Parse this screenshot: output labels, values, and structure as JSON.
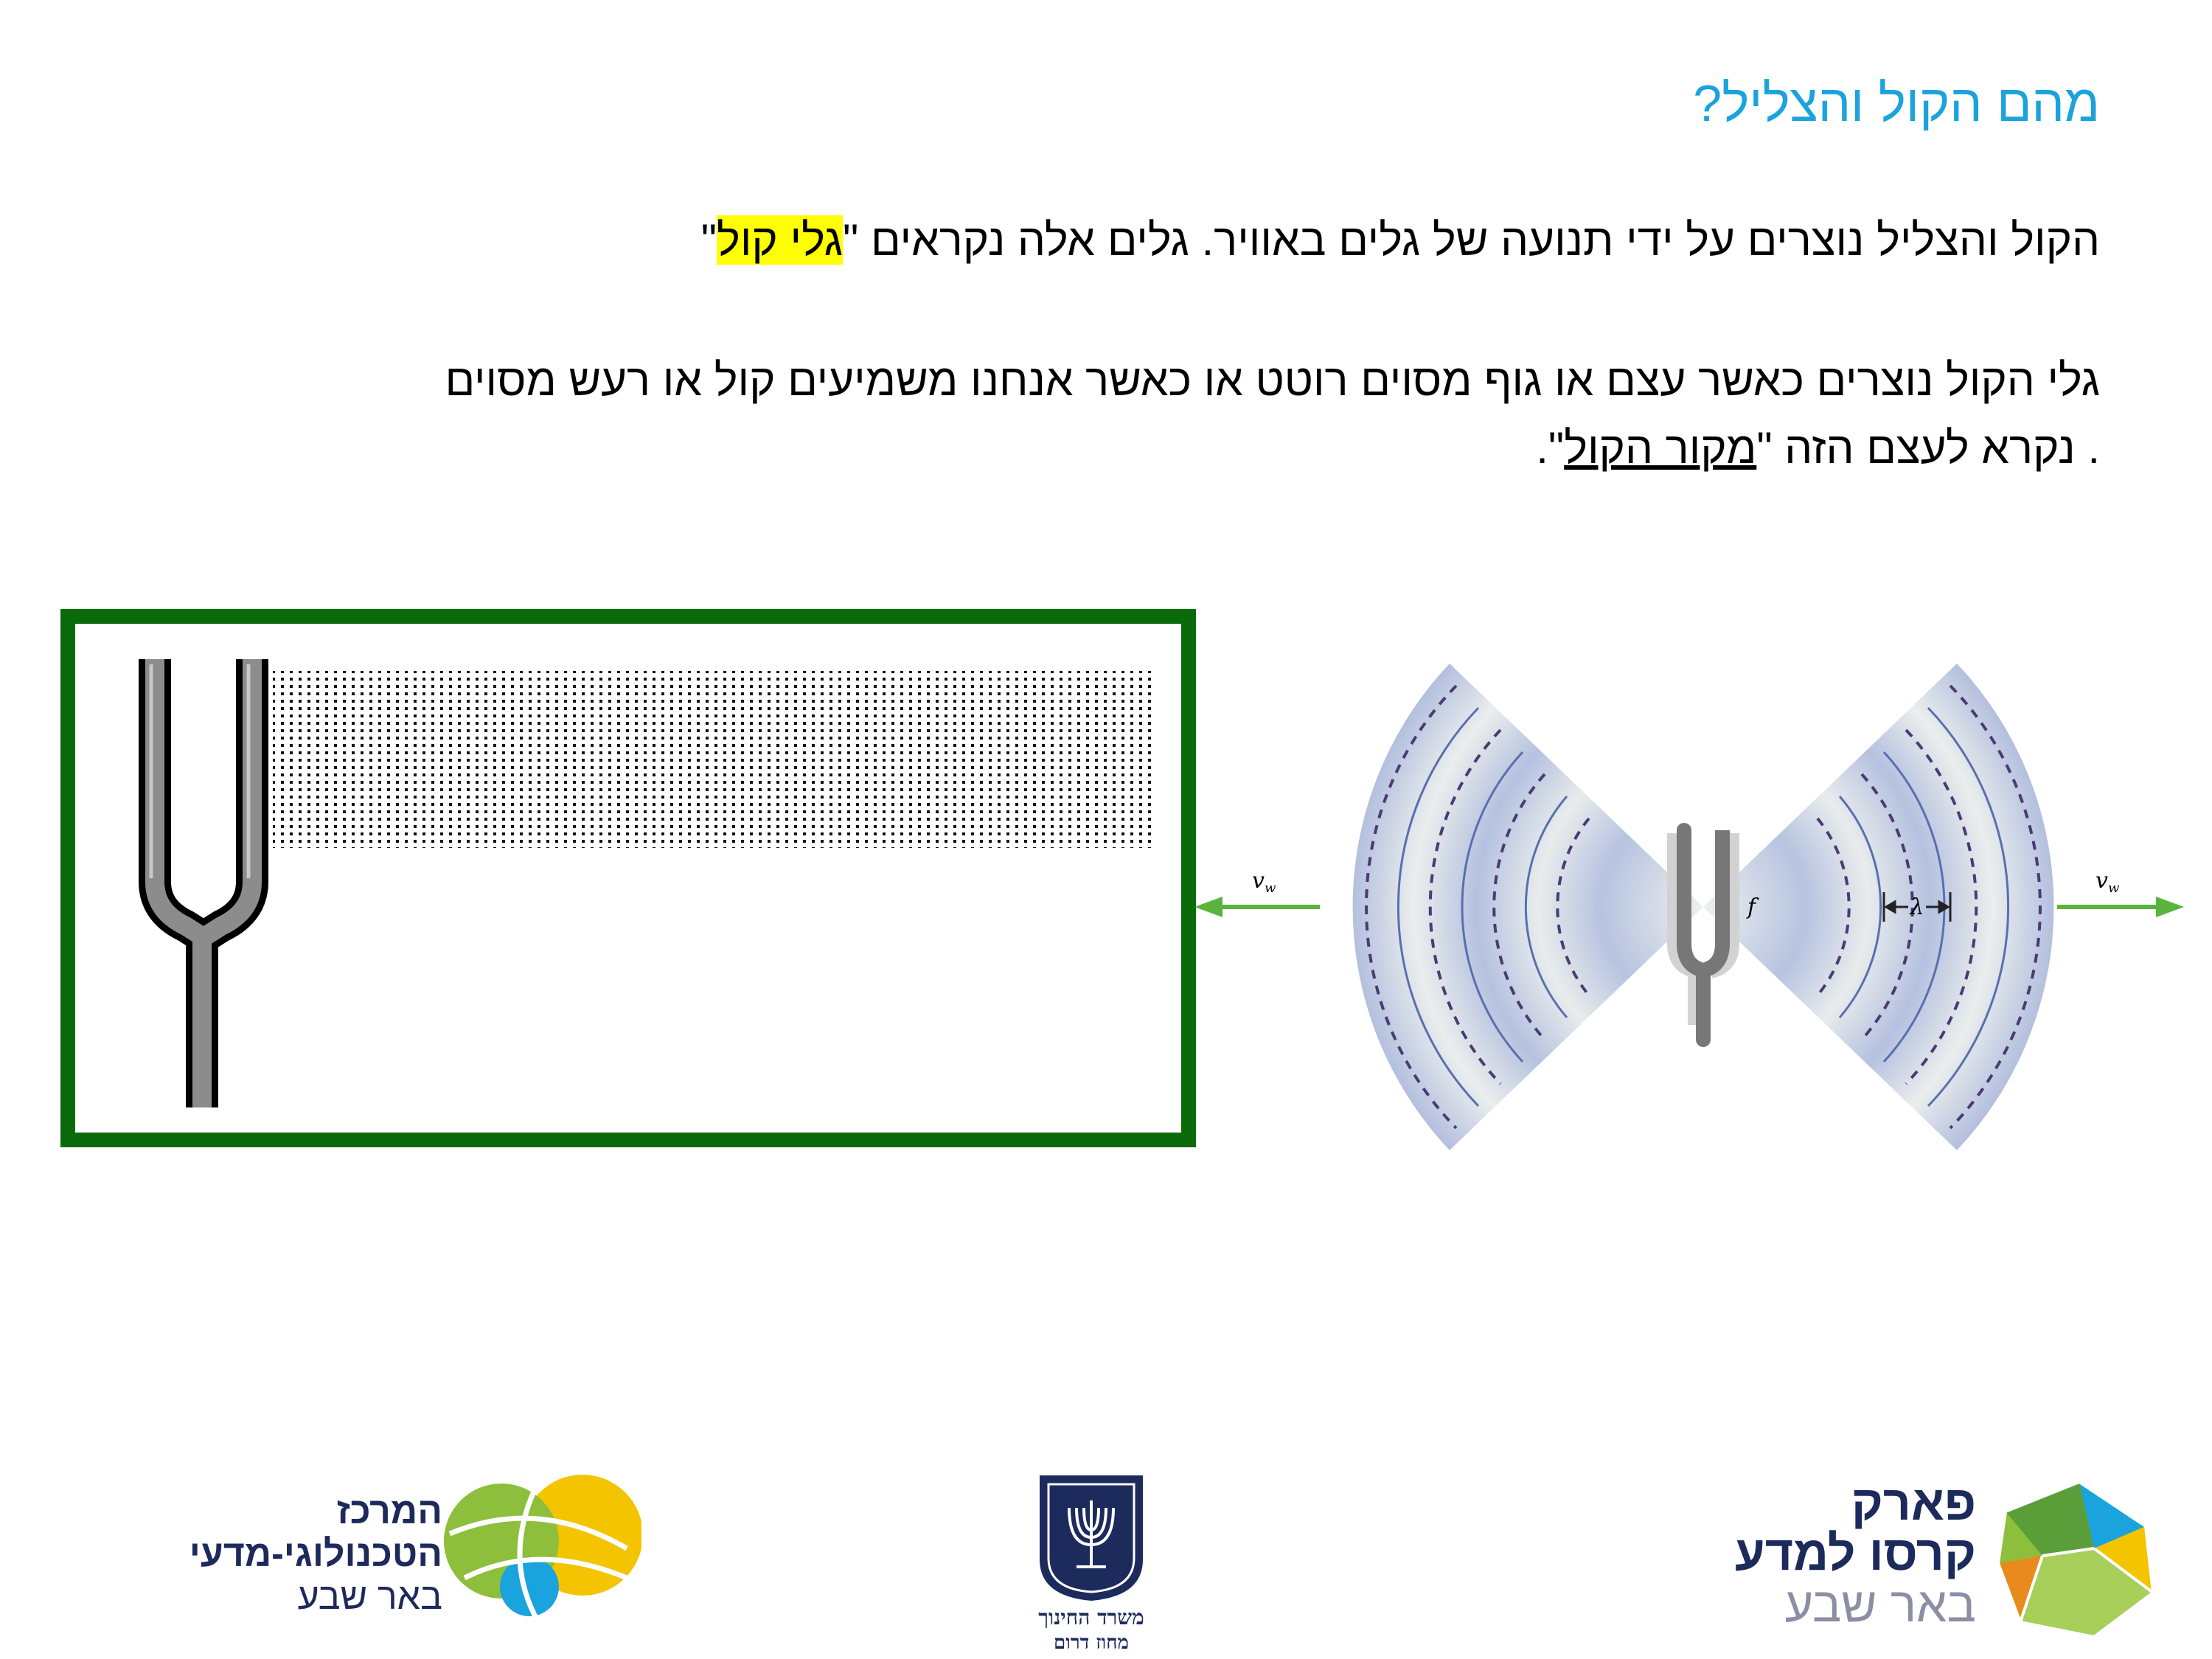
{
  "title": "מהם הקול והצליל?",
  "para1": {
    "before": "הקול והצליל נוצרים על ידי תנועה של גלים באוויר.  גלים אלה נקראים \"",
    "highlight": "גלי קול",
    "after": "\""
  },
  "para2": {
    "line1": "גלי הקול נוצרים כאשר עצם או גוף מסוים רוטט או כאשר אנחנו משמיעים קול או רעש מסוים",
    "line2_before": ". נקרא לעצם הזה \"",
    "line2_underlined": "מקור הקול",
    "line2_after": "\"."
  },
  "figure": {
    "velocity_left": "v",
    "velocity_right": "v",
    "velocity_sub": "w",
    "frequency": "f",
    "wavelength": "λ"
  },
  "logos": {
    "center_line1": "המרכז",
    "center_line2": "הטכנולוגי-מדעי",
    "center_line3": "באר שבע",
    "ministry_line1": "משרד החינוך",
    "ministry_line2": "מחוז דרום",
    "park_line1": "פארק",
    "park_line2": "קרסו למדע",
    "park_line3": "באר שבע"
  },
  "colors": {
    "title": "#1aa3dc",
    "highlight": "#ffff00",
    "frame": "#0b6b0b",
    "arrow": "#5ab33c",
    "logo_navy": "#1d2a5c"
  }
}
